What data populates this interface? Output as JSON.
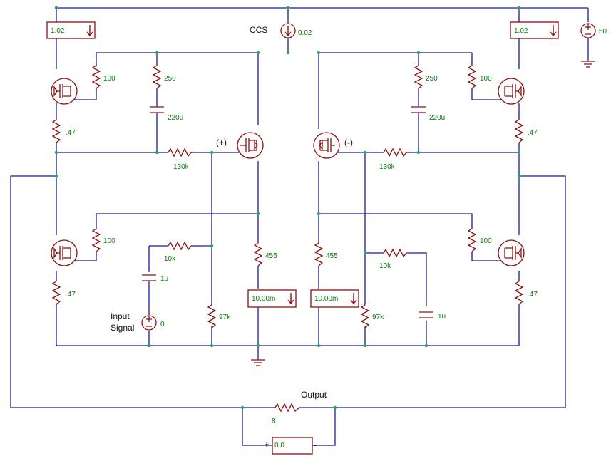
{
  "labels": {
    "ccs": "CCS",
    "plus": "(+)",
    "minus": "(-)",
    "input_line1": "Input",
    "input_line2": "Signal",
    "output": "Output"
  },
  "values": {
    "ccs": "0.02",
    "supply": "50",
    "input_source": "0",
    "r_gate_top_left": "100",
    "r_gate_top_right": "100",
    "r_gate_bot_left": "100",
    "r_gate_bot_right": "100",
    "r_250_left": "250",
    "r_250_right": "250",
    "c_220_left": "220u",
    "c_220_right": "220u",
    "r_047_tl": ".47",
    "r_047_tr": ".47",
    "r_047_bl": ".47",
    "r_047_br": ".47",
    "r_130k_left": "130k",
    "r_130k_right": "130k",
    "r_10k_left": "10k",
    "r_10k_right": "10k",
    "c_1u_left": "1u",
    "c_1u_right": "1u",
    "r_455_left": "455",
    "r_455_right": "455",
    "r_97k_left": "97k",
    "r_97k_right": "97k",
    "r_load": "8"
  },
  "meters": {
    "top_left": "1.02",
    "top_right": "1.02",
    "mid_left": "10.00m",
    "mid_right": "10.00m",
    "output": "0.0",
    "output_plus": "+",
    "output_minus": "-"
  }
}
